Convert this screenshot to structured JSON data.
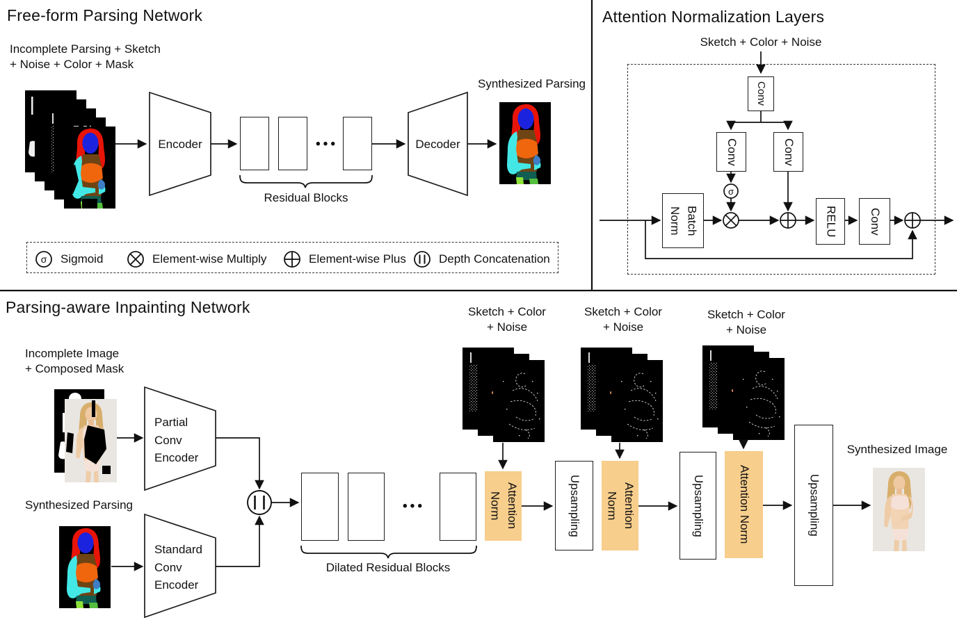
{
  "parsing_network": {
    "title": "Free-form Parsing Network",
    "input_label": "Incomplete Parsing + Sketch\n + Noise + Color + Mask",
    "encoder": "Encoder",
    "decoder": "Decoder",
    "dots": "•••",
    "residual_label": "Residual Blocks",
    "output_label": "Synthesized Parsing"
  },
  "legend": {
    "sigma_glyph": "σ",
    "items": [
      {
        "symbol": "sigma-circle",
        "label": "Sigmoid"
      },
      {
        "symbol": "circle-cross-multiply",
        "label": "Element-wise Multiply"
      },
      {
        "symbol": "circle-plus",
        "label": "Element-wise Plus"
      },
      {
        "symbol": "circle-parallel-bars",
        "label": "Depth Concatenation"
      }
    ]
  },
  "attention_layers": {
    "title": "Attention Normalization Layers",
    "input_label": "Sketch + Color + Noise",
    "conv_top": "Conv",
    "conv_gamma": "Conv",
    "conv_beta": "Conv",
    "batch_norm": "Batch\nNorm",
    "sigma": "σ",
    "relu": "RELU",
    "conv_out": "Conv"
  },
  "inpainting_network": {
    "title": "Parsing-aware Inpainting Network",
    "input_image_label": "Incomplete Image\n + Composed Mask",
    "input_parsing_label": "Synthesized Parsing",
    "partial_encoder": "Partial\nConv\nEncoder",
    "standard_encoder": "Standard\nConv\nEncoder",
    "dots": "•••",
    "dilated_label": "Dilated Residual Blocks",
    "sketch_stacks": [
      {
        "label": "Sketch + Color\n+ Noise"
      },
      {
        "label": "Sketch + Color\n+ Noise"
      },
      {
        "label": "Sketch + Color\n+ Noise"
      }
    ],
    "attention_norms": [
      "Attention\nNorm",
      "Attention\nNorm",
      "Attention Norm"
    ],
    "upsamplings": [
      "Upsampling",
      "Upsampling",
      "Upsampling"
    ],
    "output_label": "Synthesized Image"
  },
  "colors": {
    "attention_norm_bg": "#F7CE8C",
    "line": "#111111",
    "parsing_hair": "#E81408",
    "parsing_face": "#1C23DE",
    "parsing_torso": "#6F4414",
    "parsing_bra": "#F0660D",
    "parsing_arm": "#43E8E6",
    "sketch_color_stroke": "#DD8A5C"
  }
}
